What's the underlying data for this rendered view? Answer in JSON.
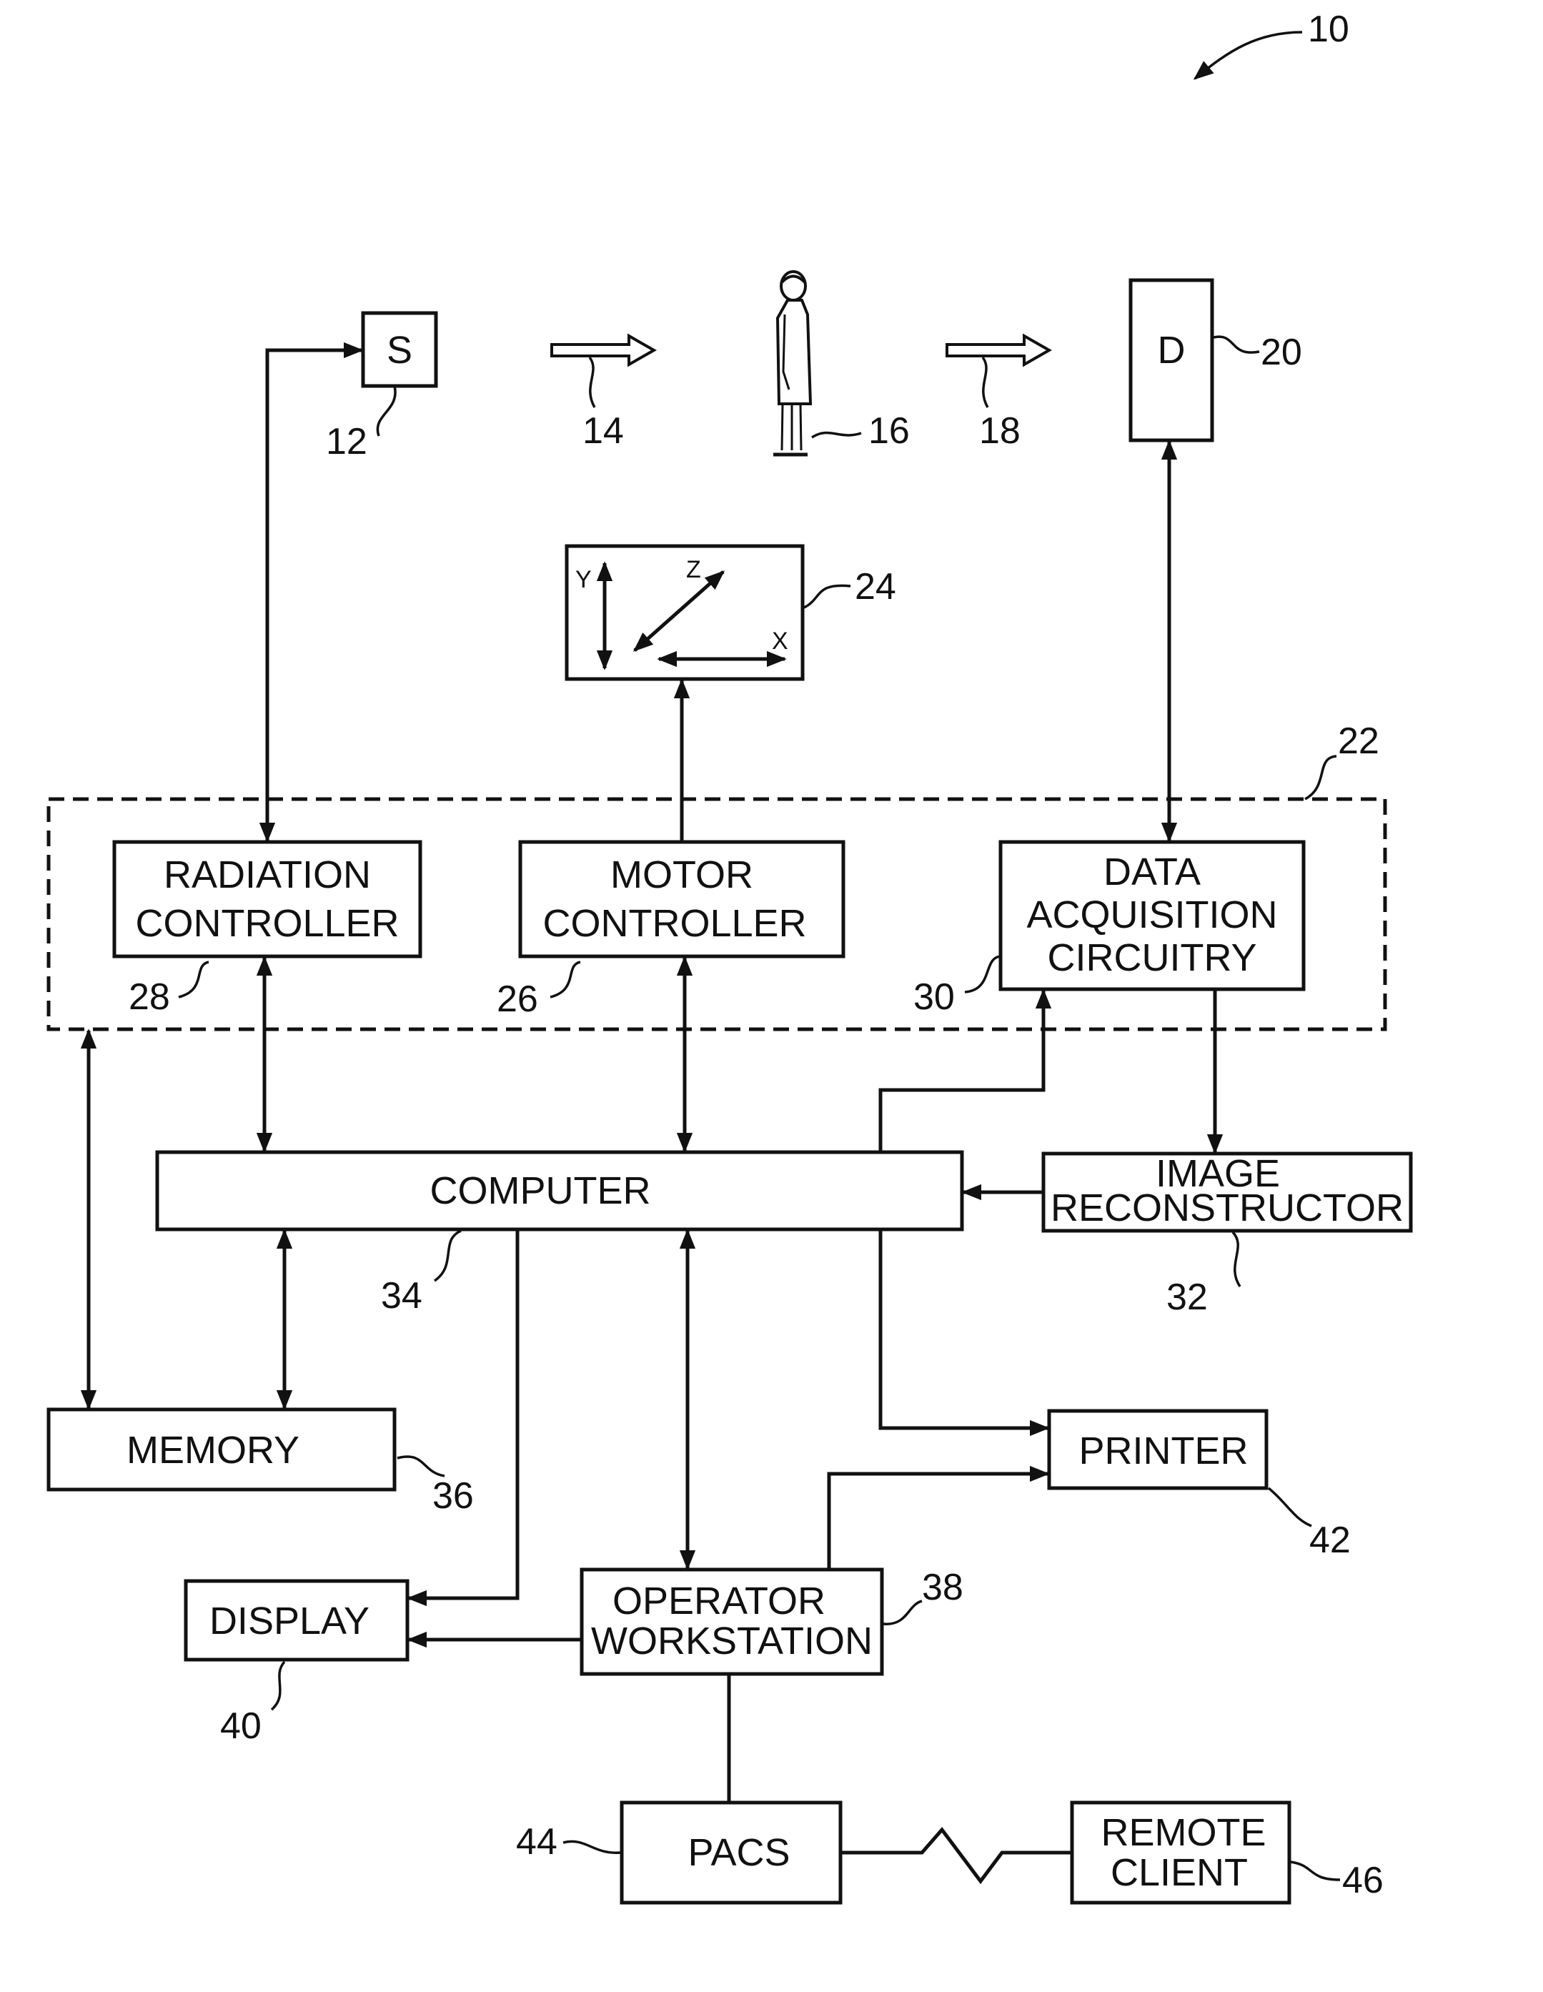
{
  "figure_ref": "10",
  "blocks": {
    "source": {
      "label": "S",
      "ref": "12"
    },
    "detector": {
      "label": "D",
      "ref": "20"
    },
    "radiation_controller": {
      "line1": "RADIATION",
      "line2": "CONTROLLER",
      "ref": "28"
    },
    "motor_controller": {
      "line1": "MOTOR",
      "line2": "CONTROLLER",
      "ref": "26"
    },
    "data_acquisition": {
      "line1": "DATA",
      "line2": "ACQUISITION",
      "line3": "CIRCUITRY",
      "ref": "30"
    },
    "computer": {
      "label": "COMPUTER",
      "ref": "34"
    },
    "image_reconstructor": {
      "line1": "IMAGE",
      "line2": "RECONSTRUCTOR",
      "ref": "32"
    },
    "memory": {
      "label": "MEMORY",
      "ref": "36"
    },
    "printer": {
      "label": "PRINTER",
      "ref": "42"
    },
    "display": {
      "label": "DISPLAY",
      "ref": "40"
    },
    "operator_workstation": {
      "line1": "OPERATOR",
      "line2": "WORKSTATION",
      "ref": "38"
    },
    "pacs": {
      "label": "PACS",
      "ref": "44"
    },
    "remote_client": {
      "line1": "REMOTE",
      "line2": "CLIENT",
      "ref": "46"
    },
    "positioning_system": {
      "ref": "24",
      "axis_y": "Y",
      "axis_z": "Z",
      "axis_x": "X"
    },
    "control_group": {
      "ref": "22"
    }
  },
  "beam_refs": {
    "incident": "14",
    "patient": "16",
    "transmitted": "18"
  }
}
